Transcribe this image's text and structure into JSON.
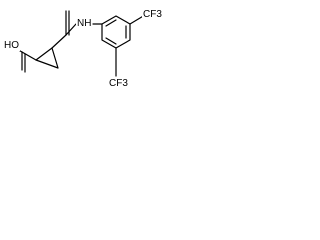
{
  "molecule": {
    "labels": {
      "hydroxyl": "HO",
      "amide": "NH",
      "cf3_top": "CF3",
      "cf3_bottom": "CF3"
    },
    "colors": {
      "ink": "#000000",
      "background": "#ffffff"
    }
  }
}
